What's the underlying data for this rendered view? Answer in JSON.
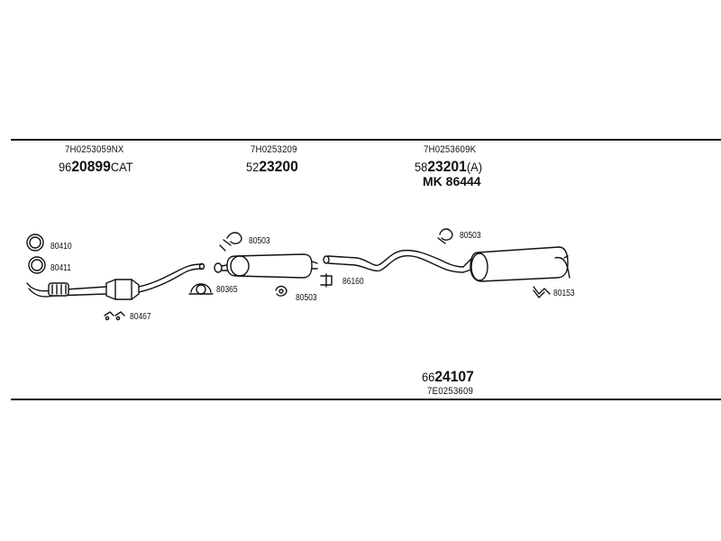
{
  "parts": {
    "front": {
      "ref": "7H0253059NX",
      "prefix": "96",
      "number": "20899",
      "suffix": "CAT"
    },
    "middle": {
      "ref": "7H0253209",
      "prefix": "52",
      "number": "23200",
      "suffix": ""
    },
    "rear": {
      "ref": "7H0253609K",
      "prefix": "58",
      "number": "23201",
      "suffix": "(A)",
      "mk": "MK 86444"
    },
    "kit": {
      "prefix": "66",
      "number": "24107",
      "ref": "7E0253609"
    }
  },
  "components": {
    "c80410": "80410",
    "c80411": "80411",
    "c80467": "80467",
    "c80503a": "80503",
    "c80365": "80365",
    "c80503b": "80503",
    "c86160": "86160",
    "c80503c": "80503",
    "c80153": "80153"
  }
}
